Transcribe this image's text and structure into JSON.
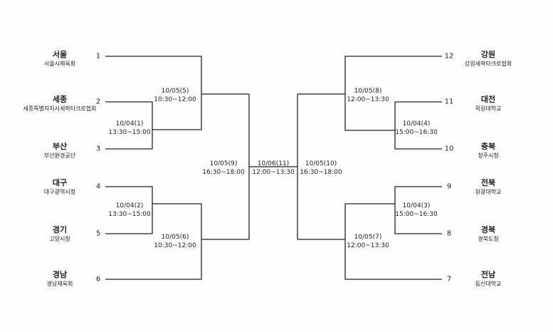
{
  "bracket": {
    "left_teams": [
      {
        "seed": "1",
        "region": "서울",
        "club": "서울시체육회"
      },
      {
        "seed": "2",
        "region": "세종",
        "club": "세종특별자치시세팍타크로협회"
      },
      {
        "seed": "3",
        "region": "부산",
        "club": "부산환경공단"
      },
      {
        "seed": "4",
        "region": "대구",
        "club": "대구광역시청"
      },
      {
        "seed": "5",
        "region": "경기",
        "club": "고양시청"
      },
      {
        "seed": "6",
        "region": "경남",
        "club": "경남체육회"
      }
    ],
    "right_teams": [
      {
        "seed": "12",
        "region": "강원",
        "club": "강원세팍타크로협회"
      },
      {
        "seed": "11",
        "region": "대전",
        "club": "목원대학교"
      },
      {
        "seed": "10",
        "region": "충북",
        "club": "청주시청"
      },
      {
        "seed": "9",
        "region": "전북",
        "club": "원광대학교"
      },
      {
        "seed": "8",
        "region": "경북",
        "club": "경북도청"
      },
      {
        "seed": "7",
        "region": "전남",
        "club": "동신대학교"
      }
    ],
    "matches": {
      "m1": {
        "date": "10/04(1)",
        "time": "13:30~15:00"
      },
      "m2": {
        "date": "10/04(2)",
        "time": "13:30~15:00"
      },
      "m3": {
        "date": "10/04(3)",
        "time": "15:00~16:30"
      },
      "m4": {
        "date": "10/04(4)",
        "time": "15:00~16:30"
      },
      "m5": {
        "date": "10/05(5)",
        "time": "10:30~12:00"
      },
      "m6": {
        "date": "10/05(6)",
        "time": "10:30~12:00"
      },
      "m7": {
        "date": "10/05(7)",
        "time": "12:00~13:30"
      },
      "m8": {
        "date": "10/05(8)",
        "time": "12:00~13:30"
      },
      "m9": {
        "date": "10/05(9)",
        "time": "16:30~18:00"
      },
      "m10": {
        "date": "10/05(10)",
        "time": "16:30~18:00"
      },
      "m11": {
        "date": "10/06(11)",
        "time": "12:00~13:30"
      }
    }
  }
}
